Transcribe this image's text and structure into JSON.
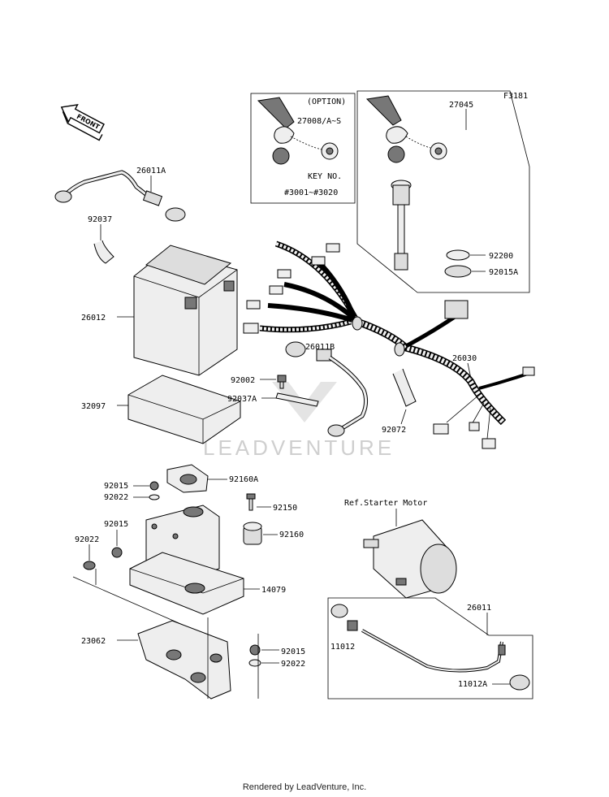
{
  "diagram_code": "F3181",
  "front_label": "FRONT",
  "option_box": {
    "title": "(OPTION)",
    "part": "27008/A~S",
    "key_label": "KEY NO.",
    "key_range": "#3001~#3020"
  },
  "ref_label": "Ref.Starter Motor",
  "watermark": "LEADVENTURE",
  "footer": "Rendered by LeadVenture, Inc.",
  "labels": {
    "p27045": "27045",
    "p26011A": "26011A",
    "p92037": "92037",
    "p92200": "92200",
    "p92015A": "92015A",
    "p26012": "26012",
    "p26011B": "26011B",
    "p26030": "26030",
    "p92002": "92002",
    "p92037A": "92037A",
    "p32097": "32097",
    "p92072": "92072",
    "p92015a": "92015",
    "p92160A": "92160A",
    "p92022a": "92022",
    "p92150": "92150",
    "p92015b": "92015",
    "p92160": "92160",
    "p92022b": "92022",
    "p14079": "14079",
    "p23062": "23062",
    "p92015c": "92015",
    "p92022c": "92022",
    "p26011": "26011",
    "p11012": "11012",
    "p11012A": "11012A"
  }
}
